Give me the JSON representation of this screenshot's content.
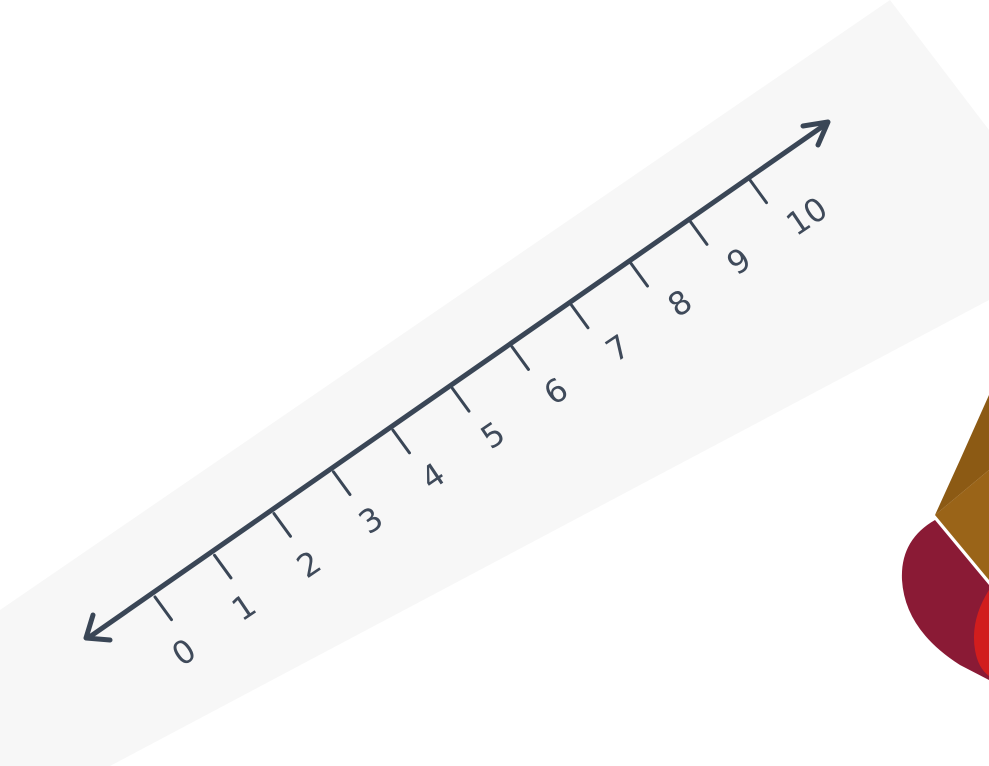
{
  "number_line": {
    "ticks": [
      {
        "value": "0"
      },
      {
        "value": "1"
      },
      {
        "value": "2"
      },
      {
        "value": "3"
      },
      {
        "value": "4"
      },
      {
        "value": "5"
      },
      {
        "value": "6"
      },
      {
        "value": "7"
      },
      {
        "value": "8"
      },
      {
        "value": "9"
      },
      {
        "value": "10"
      }
    ],
    "arrows": "both-ends",
    "line_color": "#3a4656",
    "label_color": "#3f4a5a"
  },
  "decoration": {
    "icon": "pencil-eraser-icon",
    "colors": {
      "body": "#8c5a14",
      "eraser_dark": "#8a1a35",
      "eraser_red": "#d11d1d"
    }
  },
  "colors": {
    "card": "#f7f7f7",
    "background": "#ffffff"
  }
}
